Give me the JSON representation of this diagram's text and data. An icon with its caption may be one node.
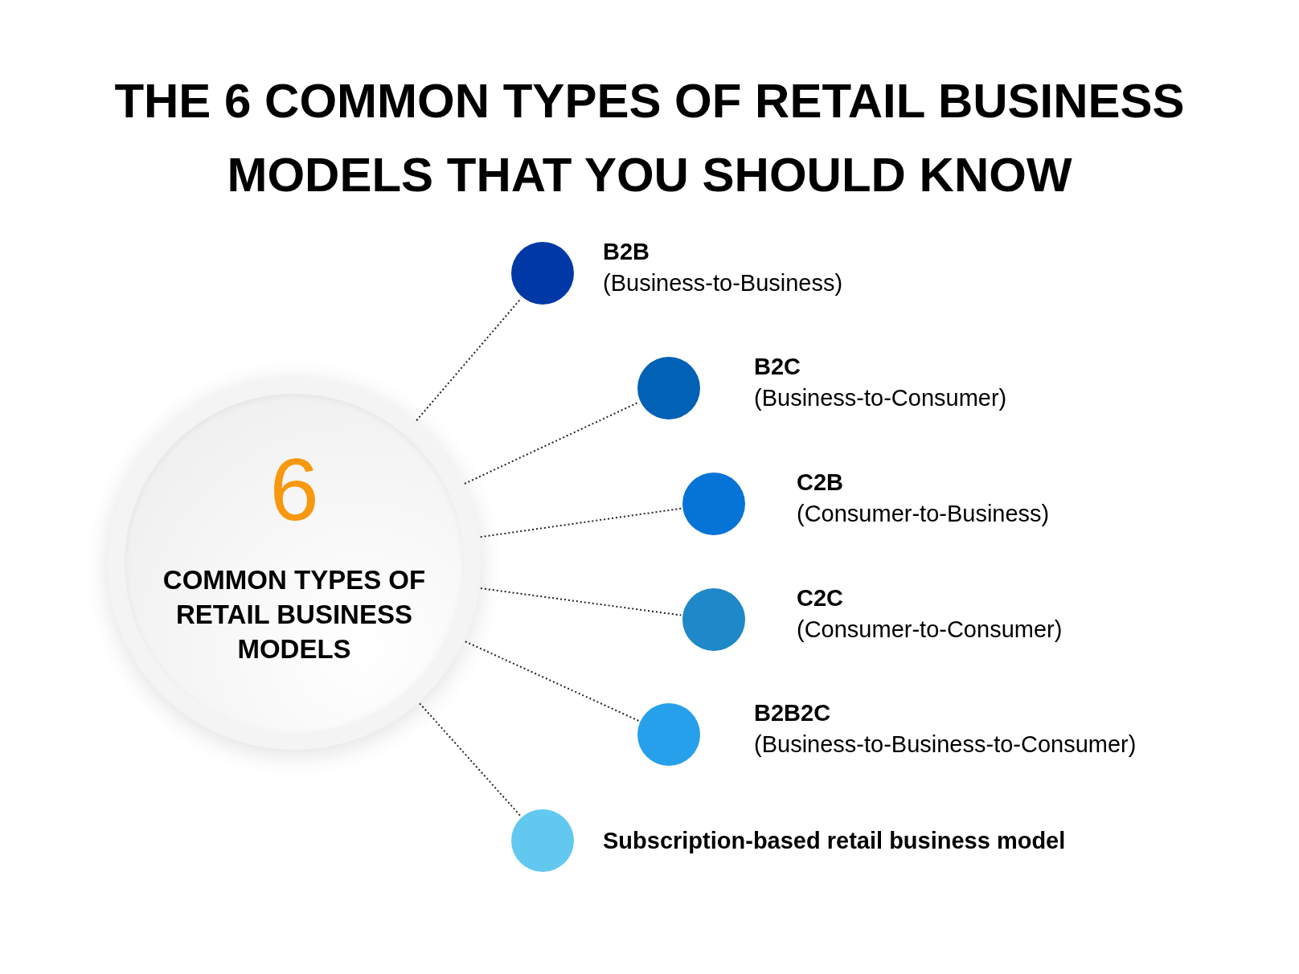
{
  "diagram": {
    "title": "THE 6 COMMON TYPES OF RETAIL BUSINESS MODELS THAT YOU SHOULD KNOW",
    "nodes": [
      {
        "text": [
          "6",
          "COMMON TYPES OF RETAIL BUSINESS MODELS"
        ]
      },
      {
        "text": [],
        "shape": "circle",
        "beside": [
          "B2B",
          "(Business-to-Business)"
        ]
      },
      {
        "text": [],
        "shape": "circle",
        "beside": [
          "B2C",
          "(Business-to-Consumer)"
        ]
      },
      {
        "text": [],
        "shape": "circle",
        "beside": [
          "C2B",
          "(Consumer-to-Business)"
        ]
      },
      {
        "text": [],
        "shape": "circle",
        "beside": [
          "C2C",
          "(Consumer-to-Consumer)"
        ]
      },
      {
        "text": [],
        "shape": "circle",
        "beside": [
          "B2B2C",
          "(Business-to-Business-to-Consumer)"
        ]
      },
      {
        "text": [],
        "shape": "circle",
        "beside": [
          "Subscription-based retail business model"
        ]
      }
    ],
    "edges": [
      {
        "from": 0,
        "to": 1,
        "arrow": "none"
      },
      {
        "from": 0,
        "to": 2,
        "arrow": "none"
      },
      {
        "from": 0,
        "to": 3,
        "arrow": "none"
      },
      {
        "from": 0,
        "to": 4,
        "arrow": "none"
      },
      {
        "from": 0,
        "to": 5,
        "arrow": "none"
      },
      {
        "from": 0,
        "to": 6,
        "arrow": "none"
      }
    ]
  }
}
